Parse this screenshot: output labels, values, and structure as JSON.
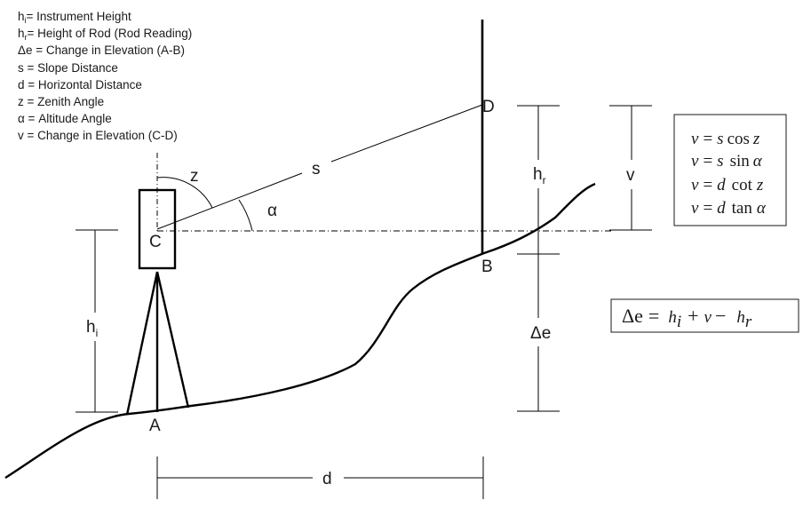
{
  "legend": [
    {
      "sym": "h",
      "sub": "i",
      "desc": "= Instrument  Height"
    },
    {
      "sym": "h",
      "sub": "r",
      "desc": "= Height of Rod (Rod Reading)"
    },
    {
      "sym": "",
      "sub": "",
      "desc": "Δe = Change in Elevation (A-B)"
    },
    {
      "sym": "",
      "sub": "",
      "desc": "s = Slope Distance"
    },
    {
      "sym": "",
      "sub": "",
      "desc": "d = Horizontal Distance"
    },
    {
      "sym": "",
      "sub": "",
      "desc": "z = Zenith Angle"
    },
    {
      "sym": "",
      "sub": "",
      "desc": "α = Altitude Angle"
    },
    {
      "sym": "",
      "sub": "",
      "desc": "v = Change in Elevation (C-D)"
    }
  ],
  "points": {
    "a": "A",
    "b": "B",
    "c": "C",
    "d": "D"
  },
  "labels": {
    "z": "z",
    "s": "s",
    "alpha": "α",
    "d": "d",
    "v": "v",
    "de": "Δe",
    "hi": {
      "main": "h",
      "sub": "i"
    },
    "hr": {
      "main": "h",
      "sub": "r"
    }
  },
  "formulas": {
    "f1": {
      "lhs": "v",
      "eq": "=",
      "coef": "s",
      "fn": "cos",
      "arg": "z"
    },
    "f2": {
      "lhs": "v",
      "eq": "=",
      "coef": "s",
      "fn": "sin",
      "arg": "α"
    },
    "f3": {
      "lhs": "v",
      "eq": "=",
      "coef": "d",
      "fn": "cot",
      "arg": "z"
    },
    "f4": {
      "lhs": "v",
      "eq": "=",
      "coef": "d",
      "fn": "tan",
      "arg": "α"
    }
  },
  "main_equation": {
    "lhs": "Δe",
    "eq": "=",
    "t1": "h",
    "t1sub": "i",
    "plus": "+",
    "t2": "v",
    "minus": "−",
    "t3": "h",
    "t3sub": "r"
  }
}
